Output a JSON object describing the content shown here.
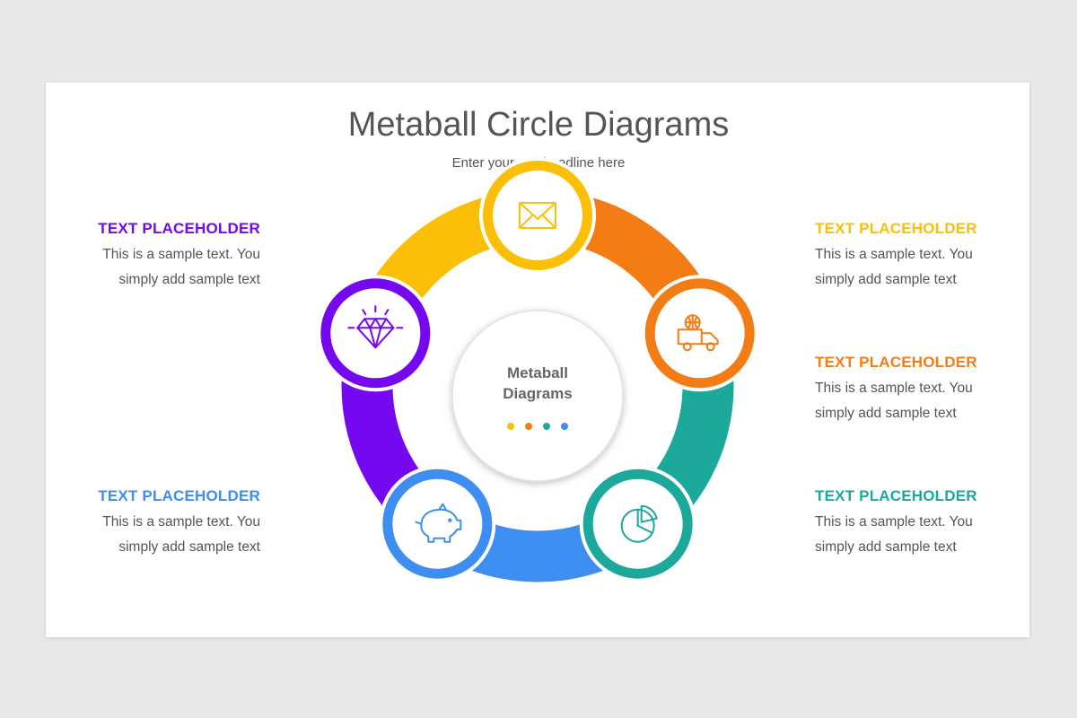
{
  "title": "Metaball Circle Diagrams",
  "subtitle": "Enter your sub headline here",
  "center": {
    "line1": "Metaball",
    "line2": "Diagrams",
    "dot_colors": [
      "#fbbf08",
      "#f47c14",
      "#1ca99c",
      "#3d8ef0"
    ]
  },
  "segments": [
    {
      "color": "#fbbf08",
      "icon": "envelope-icon"
    },
    {
      "color": "#f47c14",
      "icon": "delivery-truck-icon"
    },
    {
      "color": "#1ca99c",
      "icon": "pie-chart-icon"
    },
    {
      "color": "#3d8ef0",
      "icon": "piggy-bank-icon"
    },
    {
      "color": "#7508ee",
      "icon": "diamond-icon"
    }
  ],
  "blocks": {
    "left_top": {
      "heading": "TEXT PLACEHOLDER",
      "line1": "This is a sample text. You",
      "line2": "simply add sample text",
      "color": "#7508ee"
    },
    "left_bottom": {
      "heading": "TEXT PLACEHOLDER",
      "line1": "This is a sample text. You",
      "line2": "simply add sample text",
      "color": "#3d8ef0"
    },
    "right_top": {
      "heading": "TEXT PLACEHOLDER",
      "line1": "This is a sample text. You",
      "line2": "simply add sample text",
      "color": "#fbbf08"
    },
    "right_middle": {
      "heading": "TEXT PLACEHOLDER",
      "line1": "This is a sample text. You",
      "line2": "simply add sample text",
      "color": "#f47c14"
    },
    "right_bottom": {
      "heading": "TEXT PLACEHOLDER",
      "line1": "This is a sample text. You",
      "line2": "simply add sample text",
      "color": "#1ca99c"
    }
  }
}
